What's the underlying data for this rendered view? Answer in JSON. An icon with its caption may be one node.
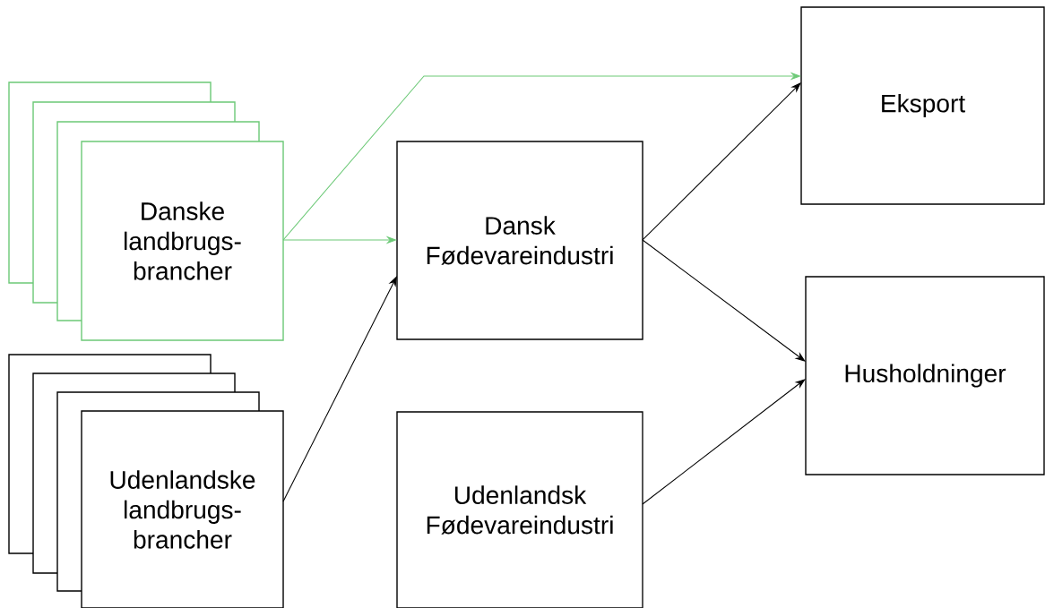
{
  "diagram": {
    "nodes": [
      {
        "text": [
          "Danske landbrugs-brancher"
        ]
      },
      {
        "text": [
          "Udenlandske landbrugs-brancher"
        ]
      },
      {
        "text": [
          "Dansk Fødevareindustri"
        ]
      },
      {
        "text": [
          "Udenlandsk Fødevareindustri"
        ]
      },
      {
        "text": [
          "Eksport"
        ]
      },
      {
        "text": [
          "Husholdninger"
        ]
      }
    ],
    "edges": [
      {
        "from": 0,
        "to": 4,
        "arrow": "to",
        "color": "#6cc977"
      },
      {
        "from": 0,
        "to": 2,
        "arrow": "to",
        "color": "#6cc977"
      },
      {
        "from": 1,
        "to": 2,
        "arrow": "to"
      },
      {
        "from": 2,
        "to": 4,
        "arrow": "to"
      },
      {
        "from": 2,
        "to": 5,
        "arrow": "to"
      },
      {
        "from": 3,
        "to": 5,
        "arrow": "to"
      }
    ]
  }
}
